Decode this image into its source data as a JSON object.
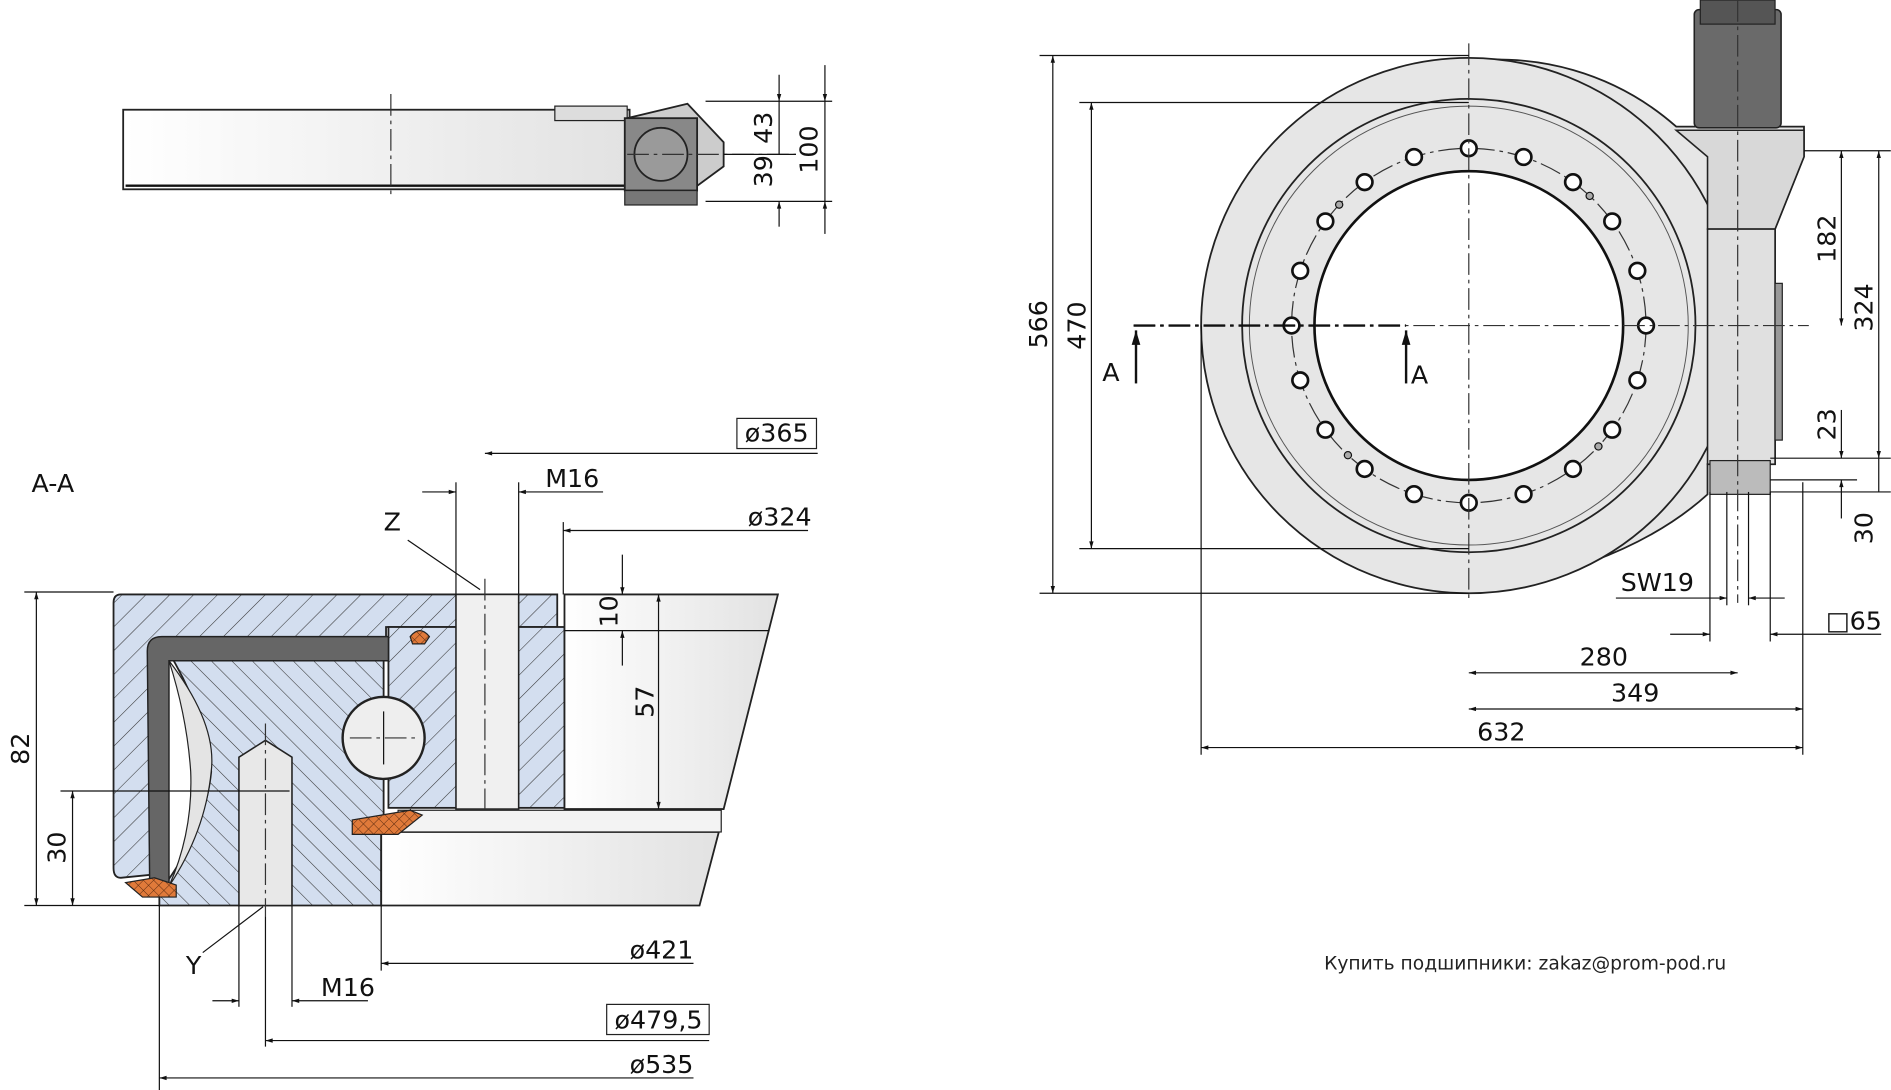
{
  "footer_text": "Купить подшипники: zakaz@prom-pod.ru",
  "colors": {
    "section_fill": "#c9d8ef",
    "seal": "#e07a3a",
    "body": "#e6e6e6",
    "motor": "#6a6a6a"
  },
  "side_view": {
    "dims": {
      "upper": "43",
      "lower": "39",
      "total": "100"
    }
  },
  "section_view": {
    "title": "A-A",
    "labels": {
      "z": "Z",
      "y": "Y"
    },
    "dims": {
      "d365": "ø365",
      "m16_top": "M16",
      "d324": "ø324",
      "h10": "10",
      "h57": "57",
      "h82": "82",
      "h30": "30",
      "d421": "ø421",
      "m16_bottom": "M16",
      "d479": "ø479,5",
      "d535": "ø535"
    }
  },
  "top_view": {
    "section_marks": [
      "A",
      "A"
    ],
    "dims": {
      "h566": "566",
      "h470": "470",
      "h182": "182",
      "h324": "324",
      "h23": "23",
      "h30": "30",
      "sw19": "SW19",
      "sq65": "□65",
      "w280": "280",
      "w349": "349",
      "w632": "632"
    }
  }
}
